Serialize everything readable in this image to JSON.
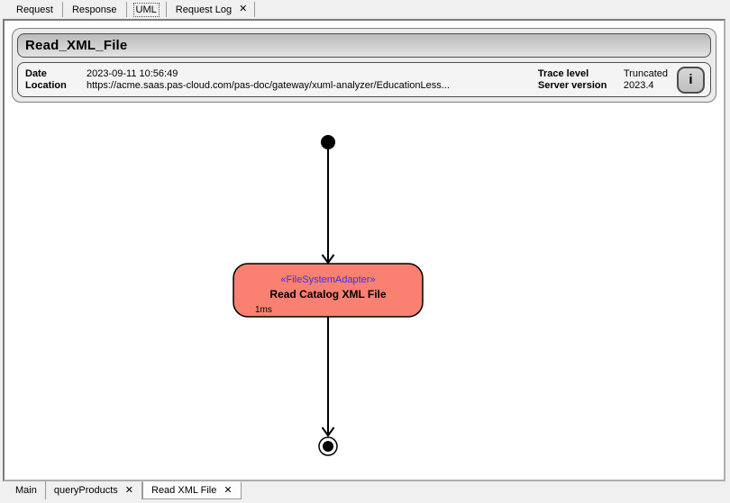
{
  "top_tabs": {
    "items": [
      {
        "label": "Request",
        "selected": false,
        "closable": false
      },
      {
        "label": "Response",
        "selected": false,
        "closable": false
      },
      {
        "label": "UML",
        "selected": true,
        "closable": false
      },
      {
        "label": "Request Log",
        "selected": false,
        "closable": true
      }
    ]
  },
  "icons": {
    "close_glyph": "✕",
    "info_glyph": "i"
  },
  "header": {
    "title": "Read_XML_File",
    "meta": {
      "date_label": "Date",
      "date_value": "2023-09-11 10:56:49",
      "location_label": "Location",
      "location_value": "https://acme.saas.pas-cloud.com/pas-doc/gateway/xuml-analyzer/EducationLess...",
      "trace_label": "Trace level",
      "trace_value": "Truncated",
      "server_label": "Server version",
      "server_value": "2023.4"
    }
  },
  "diagram": {
    "type": "uml-activity",
    "stereotype": "«FileSystemAdapter»",
    "node_title": "Read Catalog XML File",
    "duration": "1ms",
    "node_fill": "#fa8072",
    "node_stroke": "#000000",
    "stereotype_color": "#3333ee"
  },
  "bottom_tabs": {
    "items": [
      {
        "label": "Main",
        "active": false,
        "closable": false
      },
      {
        "label": "queryProducts",
        "active": false,
        "closable": true
      },
      {
        "label": "Read XML File",
        "active": true,
        "closable": true
      }
    ]
  }
}
